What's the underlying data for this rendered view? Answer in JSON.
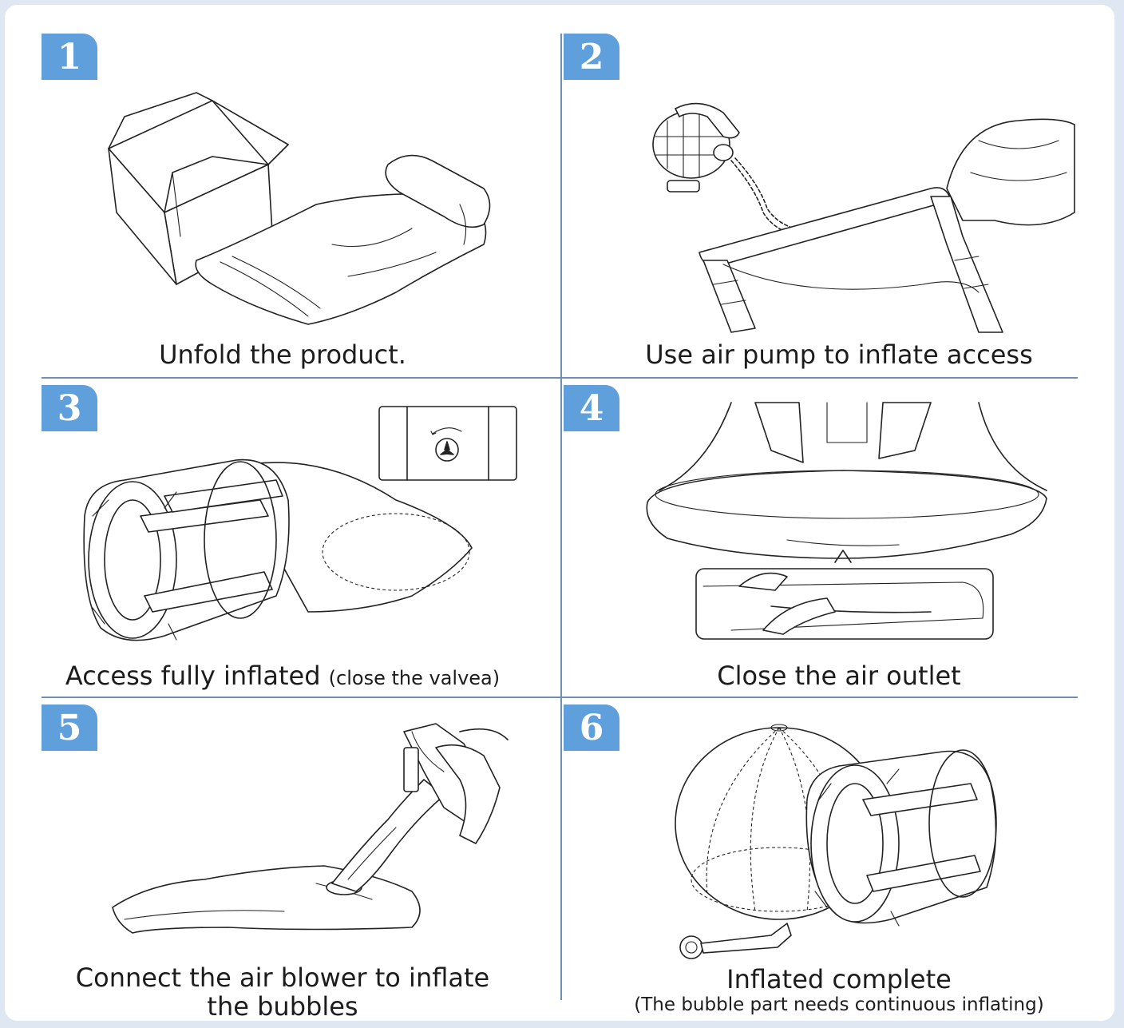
{
  "colors": {
    "badge": "#5f9fdc",
    "divider": "#6f8fb2",
    "background": "#ffffff"
  },
  "steps": [
    {
      "number": "1",
      "caption": "Unfold the product."
    },
    {
      "number": "2",
      "caption": "Use air pump to inflate access"
    },
    {
      "number": "3",
      "caption": "Access fully inflated",
      "note": "(close the valvea)"
    },
    {
      "number": "4",
      "caption": "Close the air outlet"
    },
    {
      "number": "5",
      "caption_line1": "Connect the air blower to inflate",
      "caption_line2": "the bubbles"
    },
    {
      "number": "6",
      "caption": "Inflated complete",
      "note": "(The bubble part needs continuous inflating)"
    }
  ]
}
